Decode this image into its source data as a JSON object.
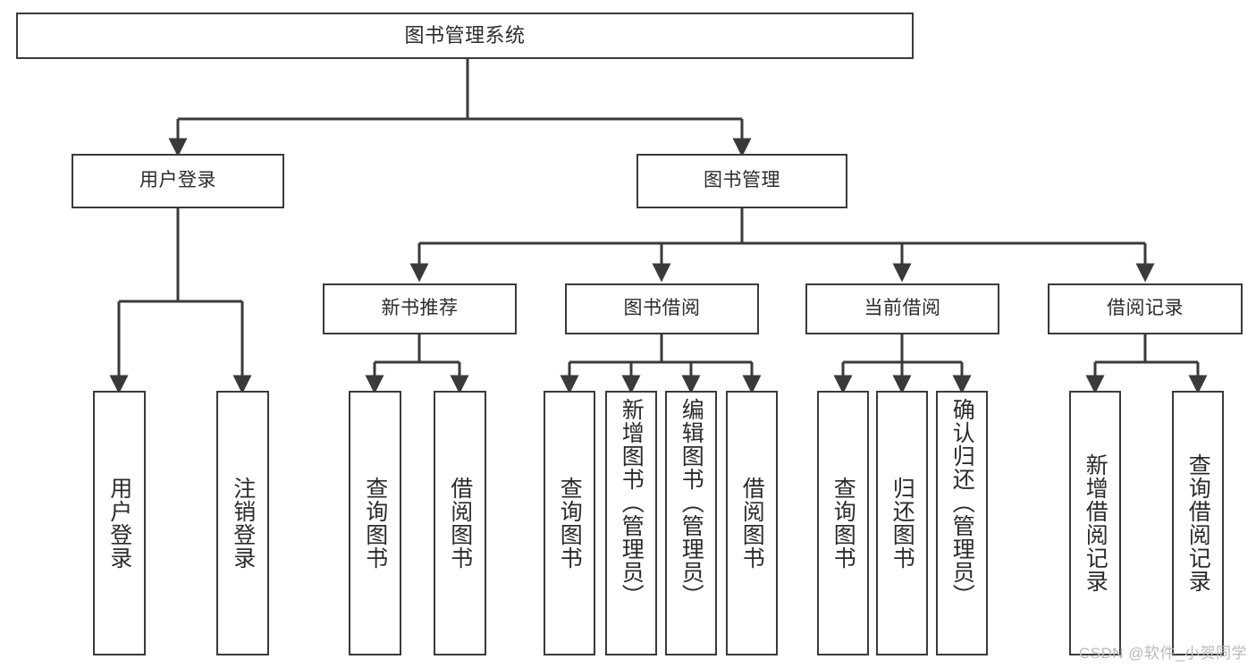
{
  "diagram": {
    "type": "hierarchy-tree",
    "title": "图书管理系统",
    "watermark": "CSDN @软件_小贺同学",
    "colors": {
      "line": "#3a3a3a",
      "box_border": "#3a3a3a",
      "box_fill": "#ffffff",
      "text": "#2b2b2b",
      "background": "#ffffff",
      "watermark": "#b9b9b9"
    },
    "nodes": {
      "root": {
        "label": "图书管理系统",
        "level": 1
      },
      "level2": [
        {
          "id": "user-login",
          "label": "用户登录"
        },
        {
          "id": "book-manage",
          "label": "图书管理"
        }
      ],
      "level3": [
        {
          "id": "new-book-recommend",
          "label": "新书推荐",
          "parent": "book-manage"
        },
        {
          "id": "book-borrow",
          "label": "图书借阅",
          "parent": "book-manage"
        },
        {
          "id": "current-borrow",
          "label": "当前借阅",
          "parent": "book-manage"
        },
        {
          "id": "borrow-record",
          "label": "借阅记录",
          "parent": "book-manage"
        }
      ],
      "leaves": [
        {
          "id": "leaf-user-login",
          "label": "用户登录",
          "parent": "user-login"
        },
        {
          "id": "leaf-logout",
          "label": "注销登录",
          "parent": "user-login"
        },
        {
          "id": "leaf-query-book-1",
          "label": "查询图书",
          "parent": "new-book-recommend"
        },
        {
          "id": "leaf-borrow-book-1",
          "label": "借阅图书",
          "parent": "new-book-recommend"
        },
        {
          "id": "leaf-query-book-2",
          "label": "查询图书",
          "parent": "book-borrow"
        },
        {
          "id": "leaf-add-book",
          "label": "新增图书（管理员）",
          "parent": "book-borrow"
        },
        {
          "id": "leaf-edit-book",
          "label": "编辑图书（管理员）",
          "parent": "book-borrow"
        },
        {
          "id": "leaf-borrow-book-2",
          "label": "借阅图书",
          "parent": "book-borrow"
        },
        {
          "id": "leaf-query-book-3",
          "label": "查询图书",
          "parent": "current-borrow"
        },
        {
          "id": "leaf-return-book",
          "label": "归还图书",
          "parent": "current-borrow"
        },
        {
          "id": "leaf-confirm-return",
          "label": "确认归还（管理员）",
          "parent": "current-borrow"
        },
        {
          "id": "leaf-add-record",
          "label": "新增借阅记录",
          "parent": "borrow-record"
        },
        {
          "id": "leaf-query-record",
          "label": "查询借阅记录",
          "parent": "borrow-record"
        }
      ]
    }
  }
}
